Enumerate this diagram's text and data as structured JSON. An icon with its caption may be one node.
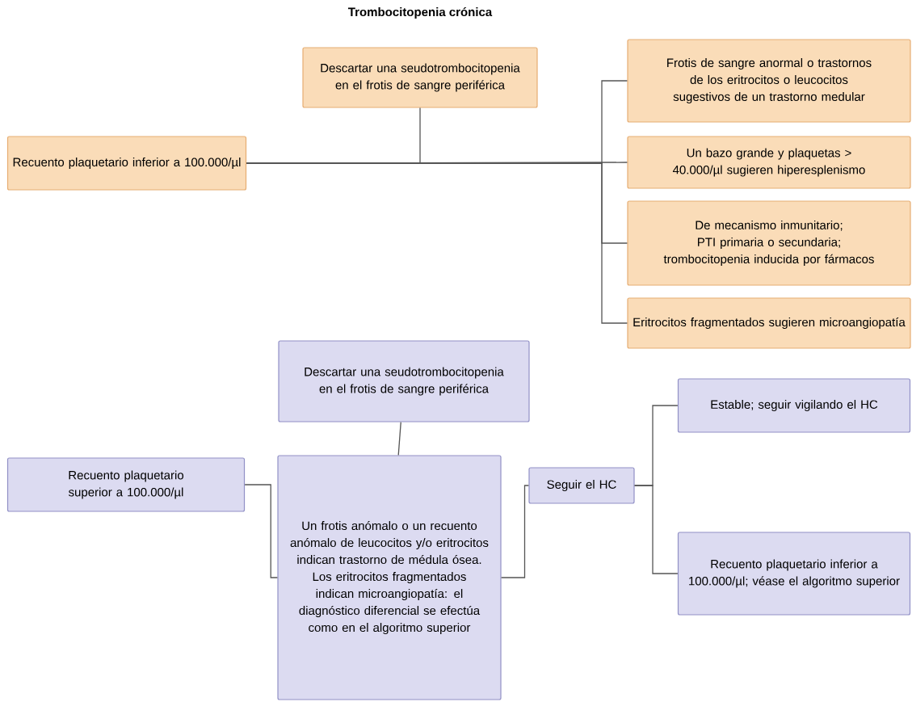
{
  "diagram": {
    "title": "Trombocitopenia crónica",
    "nodes": [
      {
        "text": [
          "Recuento plaquetario inferior a 100.000/µl"
        ]
      },
      {
        "text": [
          "Descartar una seudotrombocitopenia en el frotis de sangre periférica"
        ]
      },
      {
        "text": [
          "Frotis de sangre anormal o trastornos de los eritrocitos o leucocitos sugestivos de un trastorno medular"
        ]
      },
      {
        "text": [
          "Un bazo grande y plaquetas > 40.000/µl sugieren hiperesplenismo"
        ]
      },
      {
        "text": [
          "De mecanismo inmunitario; PTI primaria o secundaria; trombocitopenia inducida por fármacos"
        ]
      },
      {
        "text": [
          "Eritrocitos fragmentados sugieren microangiopatía"
        ]
      },
      {
        "text": [
          "Descartar una seudotrombocitopenia en el frotis de sangre periférica"
        ]
      },
      {
        "text": [
          "Recuento plaquetario superior a 100.000/µl"
        ]
      },
      {
        "text": [
          "Un frotis anómalo o un recuento anómalo de leucocitos y/o eritrocitos indican trastorno de médula ósea. Los eritrocitos fragmentados indican microangiopatía: el diagnóstico diferencial se efectúa como en el algoritmo superior"
        ]
      },
      {
        "text": [
          "Seguir el HC"
        ]
      },
      {
        "text": [
          "Estable; seguir vigilando el HC"
        ]
      },
      {
        "text": [
          "Recuento plaquetario inferior a 100.000/µl; véase el algoritmo superior"
        ]
      }
    ],
    "edges": [
      {
        "from": 0,
        "to": 1,
        "arrow": "none"
      },
      {
        "from": 0,
        "to": 2,
        "arrow": "none"
      },
      {
        "from": 0,
        "to": 3,
        "arrow": "none"
      },
      {
        "from": 0,
        "to": 4,
        "arrow": "none"
      },
      {
        "from": 0,
        "to": 5,
        "arrow": "none"
      },
      {
        "from": 7,
        "to": 8,
        "arrow": "none"
      },
      {
        "from": 6,
        "to": 8,
        "arrow": "none"
      },
      {
        "from": 8,
        "to": 9,
        "arrow": "none"
      },
      {
        "from": 9,
        "to": 10,
        "arrow": "none"
      },
      {
        "from": 9,
        "to": 11,
        "arrow": "none"
      }
    ]
  }
}
